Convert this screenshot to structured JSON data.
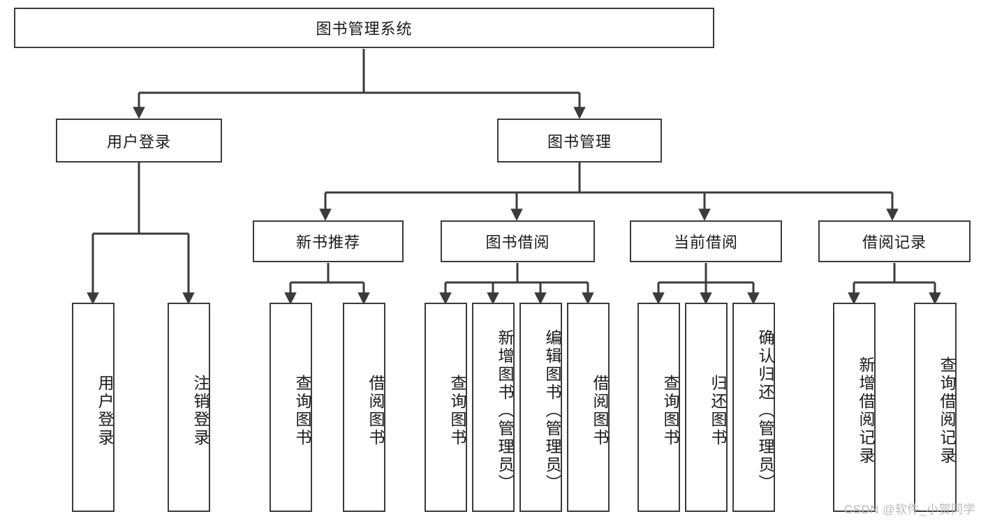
{
  "diagram": {
    "title": "图书管理系统",
    "type": "tree",
    "root": {
      "id": "root",
      "label": "图书管理系统"
    },
    "level2": [
      {
        "id": "user-login",
        "label": "用户登录"
      },
      {
        "id": "book-mgmt",
        "label": "图书管理"
      }
    ],
    "level3": [
      {
        "id": "new-book-rec",
        "label": "新书推荐",
        "parent": "book-mgmt"
      },
      {
        "id": "book-borrow",
        "label": "图书借阅",
        "parent": "book-mgmt"
      },
      {
        "id": "current-borrow",
        "label": "当前借阅",
        "parent": "book-mgmt"
      },
      {
        "id": "borrow-record",
        "label": "借阅记录",
        "parent": "book-mgmt"
      }
    ],
    "leaves": [
      {
        "id": "leaf-user-login",
        "label": "用户登录",
        "parent": "user-login"
      },
      {
        "id": "leaf-user-logout",
        "label": "注销登录",
        "parent": "user-login"
      },
      {
        "id": "leaf-query-book-1",
        "label": "查询图书",
        "parent": "new-book-rec"
      },
      {
        "id": "leaf-borrow-book-1",
        "label": "借阅图书",
        "parent": "new-book-rec"
      },
      {
        "id": "leaf-query-book-2",
        "label": "查询图书",
        "parent": "book-borrow"
      },
      {
        "id": "leaf-add-book",
        "label": "新增图书（管理员）",
        "parent": "book-borrow"
      },
      {
        "id": "leaf-edit-book",
        "label": "编辑图书（管理员）",
        "parent": "book-borrow"
      },
      {
        "id": "leaf-borrow-book-2",
        "label": "借阅图书",
        "parent": "book-borrow"
      },
      {
        "id": "leaf-query-book-3",
        "label": "查询图书",
        "parent": "current-borrow"
      },
      {
        "id": "leaf-return-book",
        "label": "归还图书",
        "parent": "current-borrow"
      },
      {
        "id": "leaf-confirm-return",
        "label": "确认归还（管理员）",
        "parent": "current-borrow"
      },
      {
        "id": "leaf-add-record",
        "label": "新增借阅记录",
        "parent": "borrow-record"
      },
      {
        "id": "leaf-query-record",
        "label": "查询借阅记录",
        "parent": "borrow-record"
      }
    ]
  },
  "watermark": {
    "text": "CSDN @软件_小贺同学"
  },
  "colors": {
    "stroke": "#3b3b3b",
    "text": "#1a1a1a",
    "background": "#ffffff",
    "watermark": "#b9b9b9"
  }
}
